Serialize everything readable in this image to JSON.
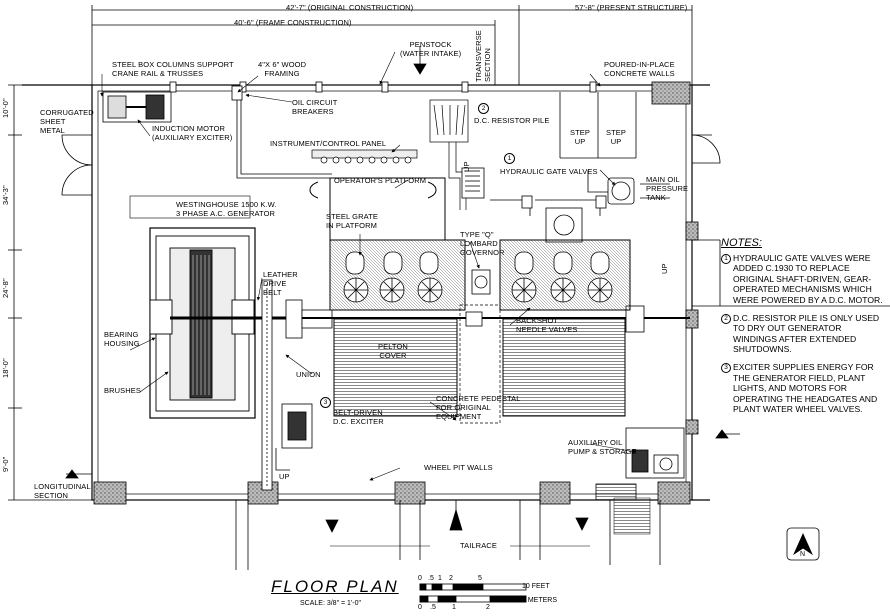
{
  "dimensions": {
    "original_construction": "42'-7\" (ORIGINAL CONSTRUCTION)",
    "present_structure": "57'-8\" (PRESENT STRUCTURE)",
    "frame_construction": "40'-6\" (FRAME CONSTRUCTION)",
    "side": [
      "10'-0\"",
      "34'-3\"",
      "24'-8\"",
      "18'-0\"",
      "9'-0\""
    ]
  },
  "labels": {
    "steel_box_columns": [
      "STEEL BOX COLUMNS SUPPORT",
      "CRANE RAIL & TRUSSES"
    ],
    "wood_framing": [
      "4\"x 6\" WOOD",
      "FRAMING"
    ],
    "penstock": [
      "PENSTOCK",
      "(WATER INTAKE)"
    ],
    "transverse_section": [
      "TRANSVERSE",
      "SECTION"
    ],
    "poured_walls": [
      "POURED-IN-PLACE",
      "CONCRETE WALLS"
    ],
    "corrugated": [
      "CORRUGATED",
      "SHEET",
      "METAL"
    ],
    "oil_breakers": [
      "OIL CIRCUIT",
      "BREAKERS"
    ],
    "resistor_pile": "D.C. RESISTOR PILE",
    "induction_motor": [
      "INDUCTION MOTOR",
      "(AUXILIARY EXCITER)"
    ],
    "control_panel": "INSTRUMENT/CONTROL PANEL",
    "step_up_1": [
      "STEP",
      "UP"
    ],
    "step_up_2": [
      "STEP",
      "UP"
    ],
    "hydraulic_valves": "HYDRAULIC GATE VALVES",
    "main_oil_tank": [
      "MAIN OIL",
      "PRESSURE",
      "TANK"
    ],
    "operators_platform": "OPERATOR'S PLATFORM",
    "westinghouse": [
      "WESTINGHOUSE 1500 K.W.",
      "3 PHASE A.C. GENERATOR"
    ],
    "steel_grate": [
      "STEEL GRATE",
      "IN PLATFORM"
    ],
    "lombard": [
      "TYPE \"Q\"",
      "LOMBARD",
      "GOVERNOR"
    ],
    "leather_belt": [
      "LEATHER",
      "DRIVE",
      "BELT"
    ],
    "bearing_housing": [
      "BEARING",
      "HOUSING"
    ],
    "backshot": [
      "BACKSHOT",
      "NEEDLE VALVES"
    ],
    "pelton": [
      "PELTON",
      "COVER"
    ],
    "union": "UNION",
    "brushes": "BRUSHES",
    "belt_exciter": [
      "BELT-DRIVEN",
      "D.C. EXCITER"
    ],
    "pedestal": [
      "CONCRETE PEDESTAL",
      "FOR ORIGINAL",
      "EQUIPMENT"
    ],
    "aux_oil": [
      "AUXILIARY OIL",
      "PUMP & STORAGE"
    ],
    "wheel_pit": "WHEEL PIT WALLS",
    "longitudinal": [
      "LONGITUDINAL",
      "SECTION"
    ],
    "tailrace": "TAILRACE",
    "up": "UP"
  },
  "callouts": {
    "n1": "1",
    "n2": "2",
    "n3": "3"
  },
  "notes": {
    "heading": "NOTES:",
    "items": [
      {
        "num": "1",
        "text": "HYDRAULIC GATE VALVES WERE ADDED c.1930 TO REPLACE ORIGINAL SHAFT-DRIVEN, GEAR-OPERATED MECHANISMS WHICH WERE POWERED BY A D.C. MOTOR."
      },
      {
        "num": "2",
        "text": "D.C. RESISTOR PILE IS ONLY USED TO DRY OUT GENERATOR WINDINGS AFTER EXTENDED SHUTDOWNS."
      },
      {
        "num": "3",
        "text": "EXCITER SUPPLIES ENERGY FOR THE GENERATOR FIELD, PLANT LIGHTS, AND MOTORS FOR OPERATING THE HEADGATES AND PLANT WATER WHEEL VALVES."
      }
    ]
  },
  "title": "FLOOR PLAN",
  "scale_text": "SCALE: 3/8\" = 1'-0\"",
  "scale_bar": {
    "feet_ticks": [
      "0",
      ".5",
      "1",
      "2",
      "5",
      "10 FEET"
    ],
    "meter_ticks": [
      "0",
      ".5",
      "1",
      "2",
      "3 METERS"
    ]
  },
  "north": "N"
}
